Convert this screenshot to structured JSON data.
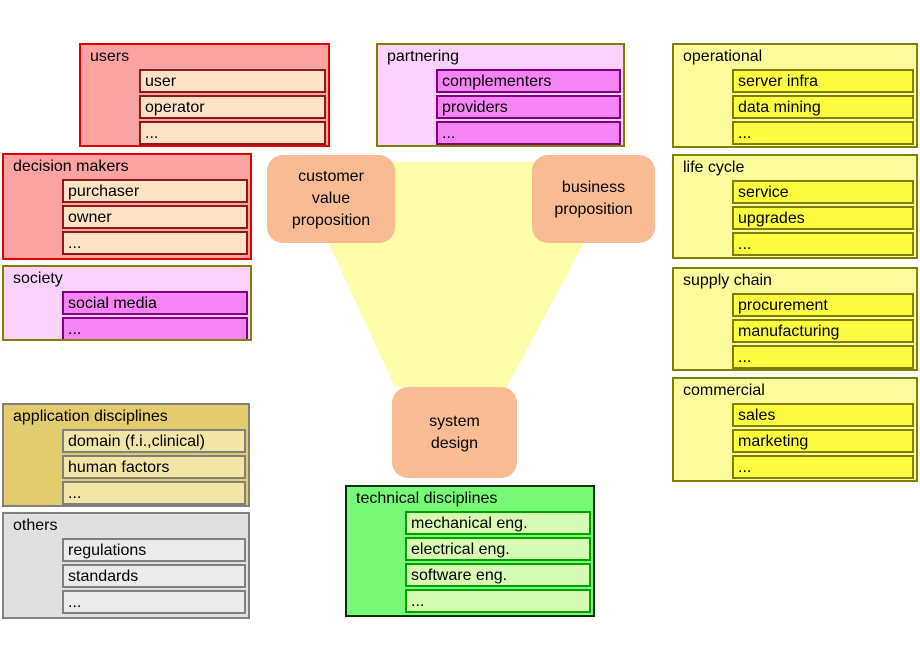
{
  "palette": {
    "red_fill": "#fba3a3",
    "red_border": "#e00000",
    "red_item_fill": "#fde2c6",
    "red_item_border": "#8b1a1a",
    "pink_fill": "#fbd2fb",
    "pink_border": "#808000",
    "pink_item_fill": "#f585f5",
    "pink_item_border": "#800080",
    "yellow_fill": "#fcfc9c",
    "yellow_border": "#808000",
    "yellow_item_fill": "#fbfb3f",
    "yellow_item_border": "#808000",
    "khaki_fill": "#e2cc6e",
    "khaki_border": "#808080",
    "khaki_item_fill": "#f1e5a8",
    "khaki_item_border": "#808080",
    "gray_fill": "#e0e0e0",
    "gray_border": "#808080",
    "gray_item_fill": "#ebebeb",
    "gray_item_border": "#808080",
    "green_fill": "#77f877",
    "green_border": "#063306",
    "green_item_fill": "#d6fbb2",
    "green_item_border": "#00a000",
    "node_fill": "#f9bb94",
    "funnel_fill": "#fdfdaa"
  },
  "groups": {
    "users": {
      "title": "users",
      "items": [
        "user",
        "operator",
        "..."
      ]
    },
    "decision_makers": {
      "title": "decision makers",
      "items": [
        "purchaser",
        "owner",
        "..."
      ]
    },
    "society": {
      "title": "society",
      "items": [
        "social media",
        "..."
      ]
    },
    "partnering": {
      "title": "partnering",
      "items": [
        "complementers",
        "providers",
        "..."
      ]
    },
    "operational": {
      "title": "operational",
      "items": [
        "server infra",
        "data mining",
        "..."
      ]
    },
    "life_cycle": {
      "title": "life cycle",
      "items": [
        "service",
        "upgrades",
        "..."
      ]
    },
    "supply_chain": {
      "title": "supply chain",
      "items": [
        "procurement",
        "manufacturing",
        "..."
      ]
    },
    "commercial": {
      "title": "commercial",
      "items": [
        "sales",
        "marketing",
        "..."
      ]
    },
    "application_disciplines": {
      "title": "application disciplines",
      "items": [
        "domain (f.i.,clinical)",
        "human factors",
        "..."
      ]
    },
    "others": {
      "title": "others",
      "items": [
        "regulations",
        "standards",
        "..."
      ]
    },
    "technical_disciplines": {
      "title": "technical disciplines",
      "items": [
        "mechanical eng.",
        "electrical eng.",
        "software eng.",
        "..."
      ]
    }
  },
  "nodes": {
    "customer_value_proposition": {
      "label": "customer\nvalue\nproposition"
    },
    "business_proposition": {
      "label": "business\nproposition"
    },
    "system_design": {
      "label": "system\ndesign"
    }
  }
}
